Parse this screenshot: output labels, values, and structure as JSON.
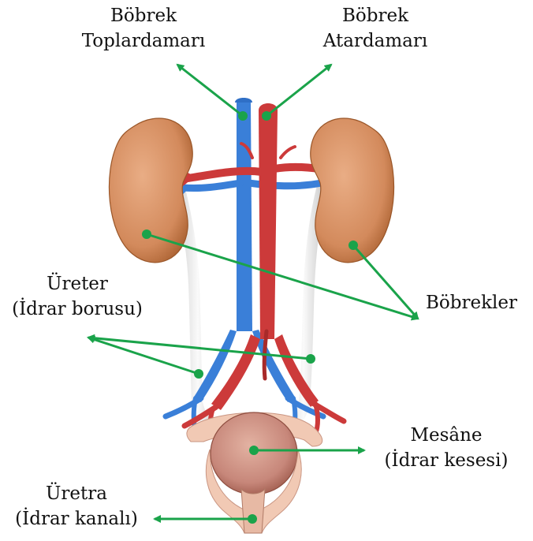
{
  "labels": {
    "renal_vein": [
      "Böbrek",
      "Toplardamarı"
    ],
    "renal_artery": [
      "Böbrek",
      "Atardamarı"
    ],
    "ureter": [
      "Üreter",
      "(İdrar borusu)"
    ],
    "kidneys": [
      "Böbrekler"
    ],
    "bladder": [
      "Mesâne",
      "(İdrar kesesi)"
    ],
    "urethra": [
      "Üretra",
      "(İdrar kanalı)"
    ]
  },
  "colors": {
    "pointer": "#1aa34a",
    "kidney": "#d9956b",
    "kidney_shade": "#b8703f",
    "vein": "#3a7fd8",
    "artery": "#cc3a3a",
    "ureter": "#e6e6e6",
    "bladder": "#c78b78",
    "bladder_wall": "#f1c9b4"
  }
}
